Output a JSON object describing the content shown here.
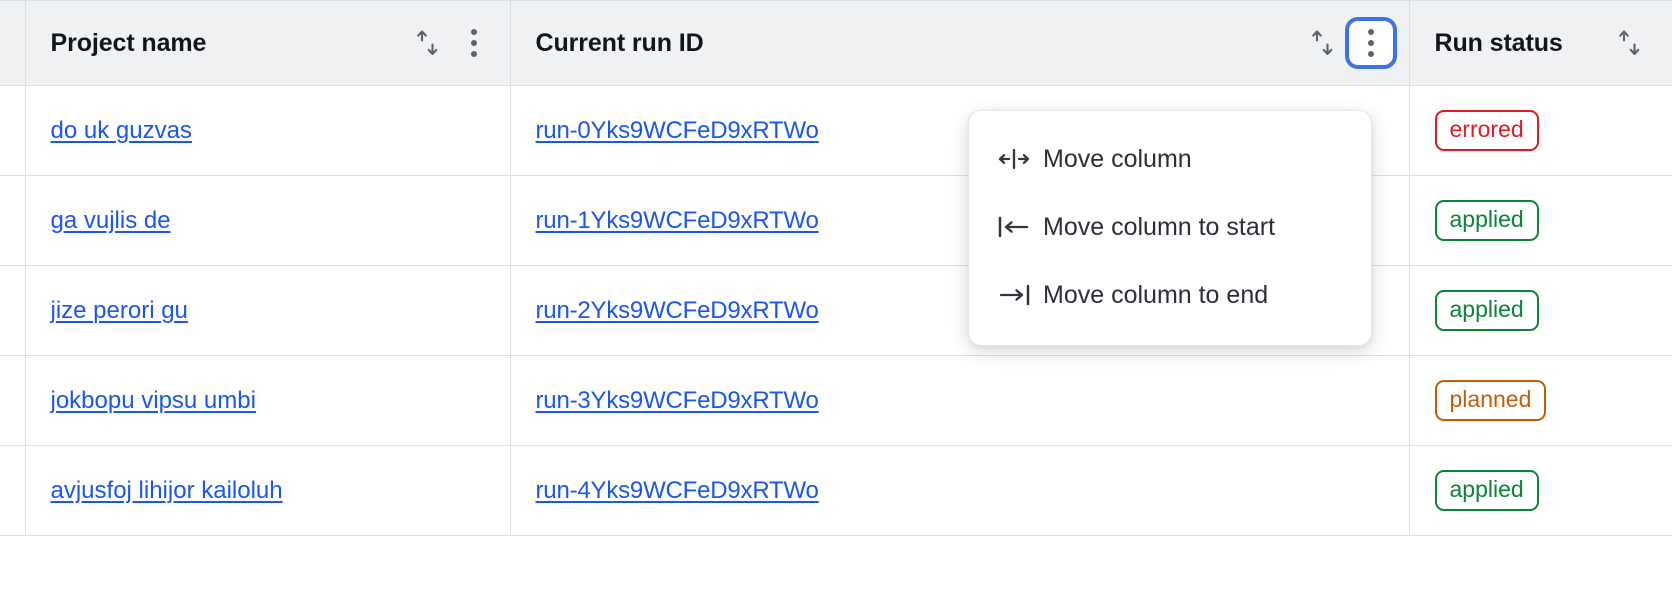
{
  "table": {
    "columns": [
      {
        "key": "select",
        "label": "",
        "sortable": false
      },
      {
        "key": "project_name",
        "label": "Project name",
        "sortable": true,
        "has_menu": true
      },
      {
        "key": "current_run_id",
        "label": "Current run ID",
        "sortable": true,
        "has_menu": true
      },
      {
        "key": "run_status",
        "label": "Run status",
        "sortable": true,
        "has_menu": false
      }
    ],
    "headers": {
      "project_name": "Project name",
      "current_run_id": "Current run ID",
      "run_status": "Run status"
    },
    "rows": [
      {
        "project_name": "do uk guzvas",
        "current_run_id": "run-0Yks9WCFeD9xRTWo",
        "run_status": "errored",
        "status_kind": "errored"
      },
      {
        "project_name": "ga vujlis de",
        "current_run_id": "run-1Yks9WCFeD9xRTWo",
        "run_status": "applied",
        "status_kind": "applied"
      },
      {
        "project_name": "jize perori gu",
        "current_run_id": "run-2Yks9WCFeD9xRTWo",
        "run_status": "applied",
        "status_kind": "applied"
      },
      {
        "project_name": "jokbopu vipsu umbi",
        "current_run_id": "run-3Yks9WCFeD9xRTWo",
        "run_status": "planned",
        "status_kind": "planned"
      },
      {
        "project_name": "avjusfoj lihijor kailoluh",
        "current_run_id": "run-4Yks9WCFeD9xRTWo",
        "run_status": "applied",
        "status_kind": "applied"
      }
    ]
  },
  "column_menu": {
    "open_for_column": "Current run ID",
    "items": [
      {
        "label": "Move column",
        "icon": "move-column-icon"
      },
      {
        "label": "Move column to start",
        "icon": "move-column-to-start-icon"
      },
      {
        "label": "Move column to end",
        "icon": "move-column-to-end-icon"
      }
    ]
  },
  "icons": {
    "sort": "sort-ascending-descending-icon",
    "menu": "column-options-kebab-icon"
  },
  "colors": {
    "link": "#1a56f0",
    "header_bg": "#eff1f3",
    "border": "#dcdfe3",
    "focus_ring": "#3b73e8",
    "status_errored": "#e01b24",
    "status_applied": "#0a8537",
    "status_planned": "#c45c08"
  }
}
